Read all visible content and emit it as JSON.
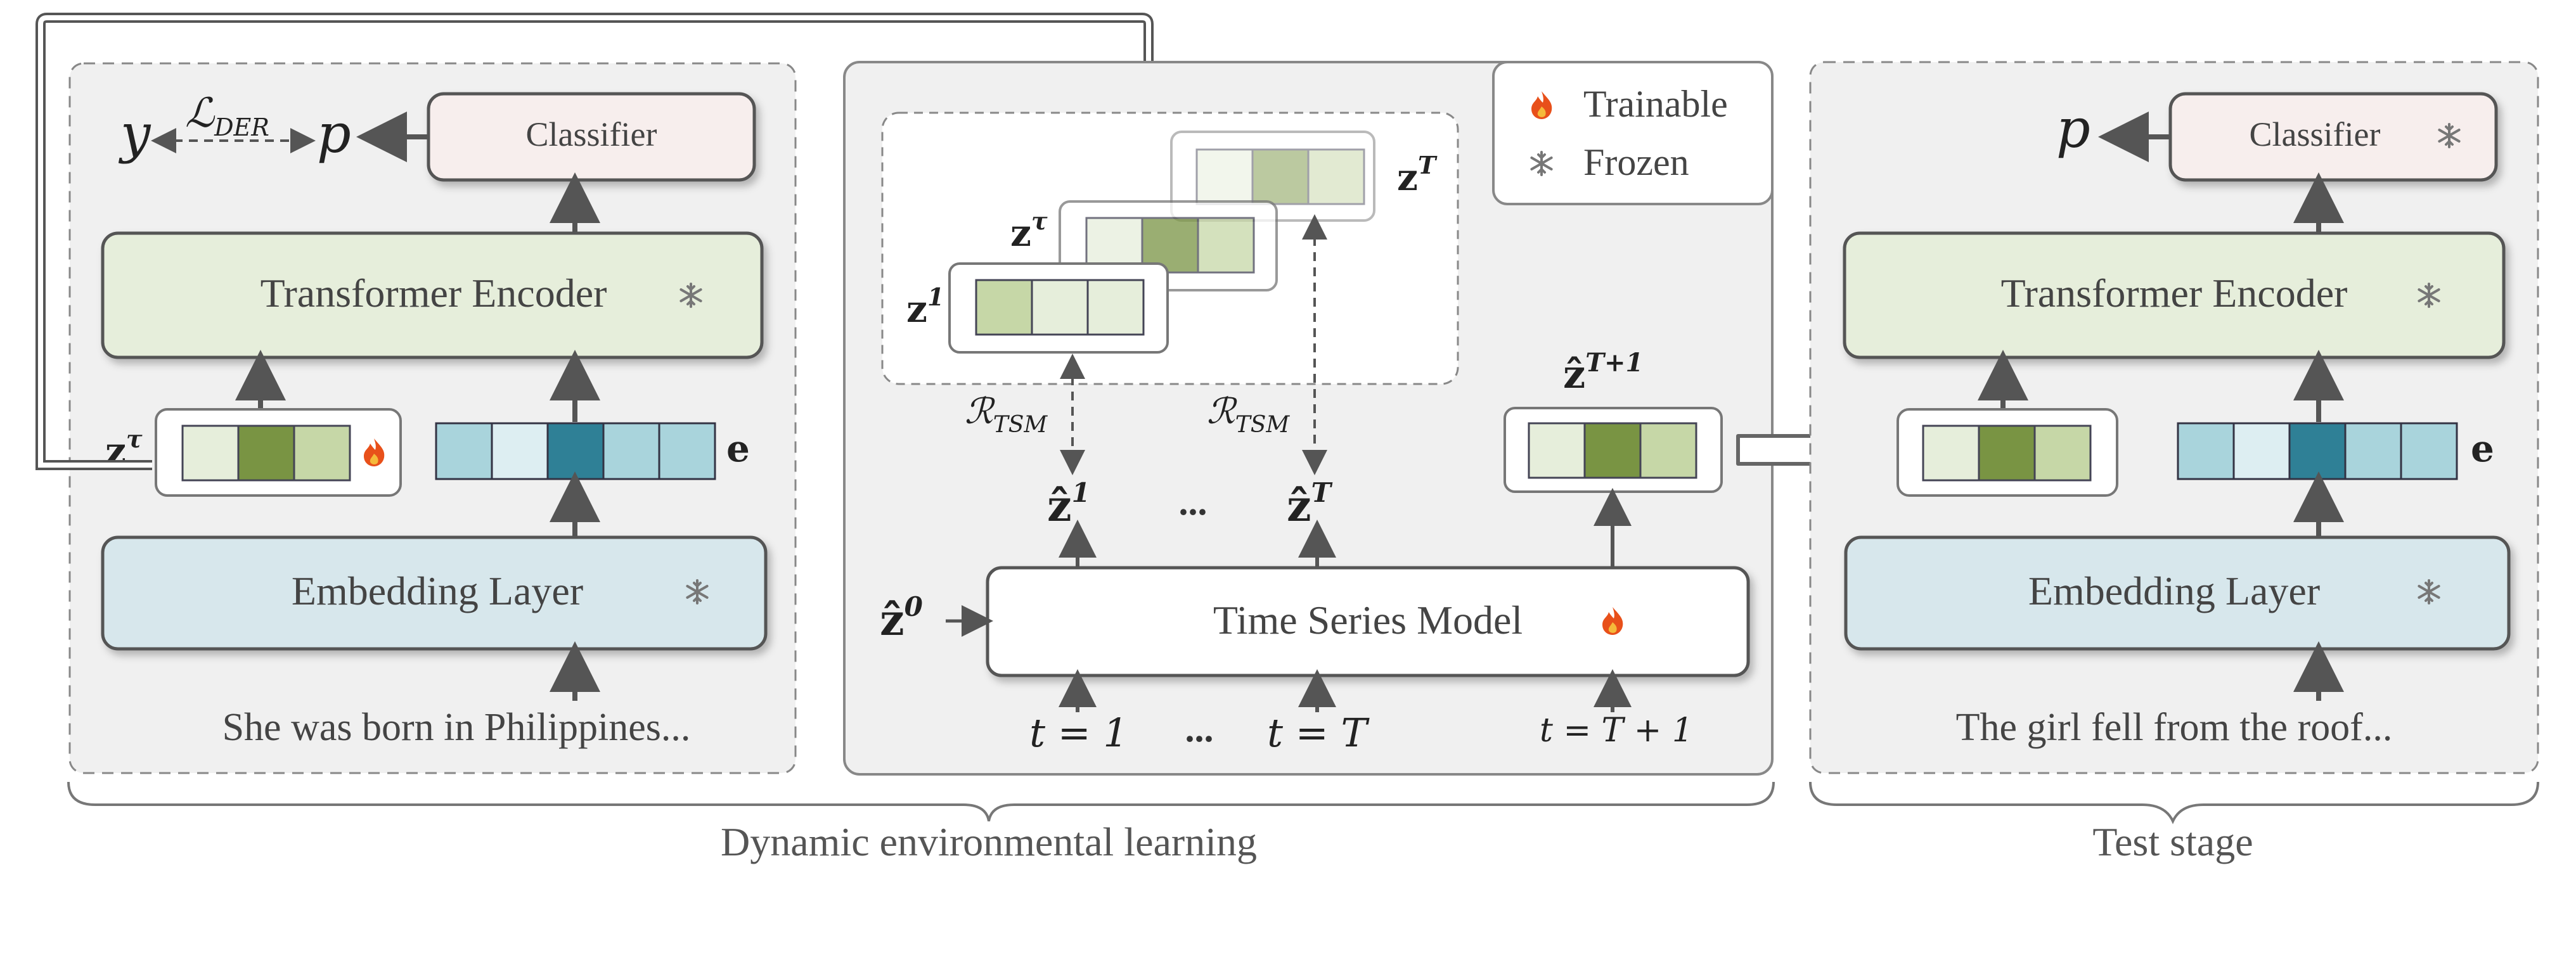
{
  "legend": {
    "trainable": "Trainable",
    "frozen": "Frozen"
  },
  "left": {
    "classifier": "Classifier",
    "encoder": "Transformer Encoder",
    "embedding": "Embedding Layer",
    "input_text": "She was born in Philippines...",
    "y": "y",
    "p": "p",
    "loss": "ℒ",
    "loss_sub": "DER",
    "z_tau": "z",
    "z_tau_sup": "τ",
    "e": "e"
  },
  "middle": {
    "model": "Time Series Model",
    "z1": "z",
    "z1_sup": "1",
    "ztau": "z",
    "ztau_sup": "τ",
    "zT": "z",
    "zT_sup": "T",
    "reg": "ℛ",
    "reg_sub": "TSM",
    "zhat1": "ẑ",
    "zhat1_sup": "1",
    "zhatT": "ẑ",
    "zhatT_sup": "T",
    "zhat0": "ẑ",
    "zhat0_sup": "0",
    "zhatT1": "ẑ",
    "zhatT1_sup": "T+1",
    "dots": "...",
    "t1": "t = 1",
    "tT": "t = T",
    "tT1": "t = T + 1"
  },
  "right": {
    "classifier": "Classifier",
    "encoder": "Transformer Encoder",
    "embedding": "Embedding Layer",
    "input_text": "The girl fell from the roof...",
    "p": "p",
    "e": "e"
  },
  "captions": {
    "dynamic": "Dynamic environmental learning",
    "test": "Test stage"
  },
  "colors": {
    "classifier_fill": "#f7eeed",
    "encoder_fill": "#e6eedb",
    "embedding_fill": "#d7e7ec",
    "panel_fill": "#f0f0f0",
    "arrow": "#555555",
    "green_light": "#e6eedb",
    "green_dark": "#799443",
    "green_mid": "#c6d7a7",
    "teal_light": "#a9d4dc",
    "teal_pale": "#ddeef2",
    "teal_dark": "#2f8096",
    "fire": "#e8501a",
    "snow": "#777777"
  }
}
